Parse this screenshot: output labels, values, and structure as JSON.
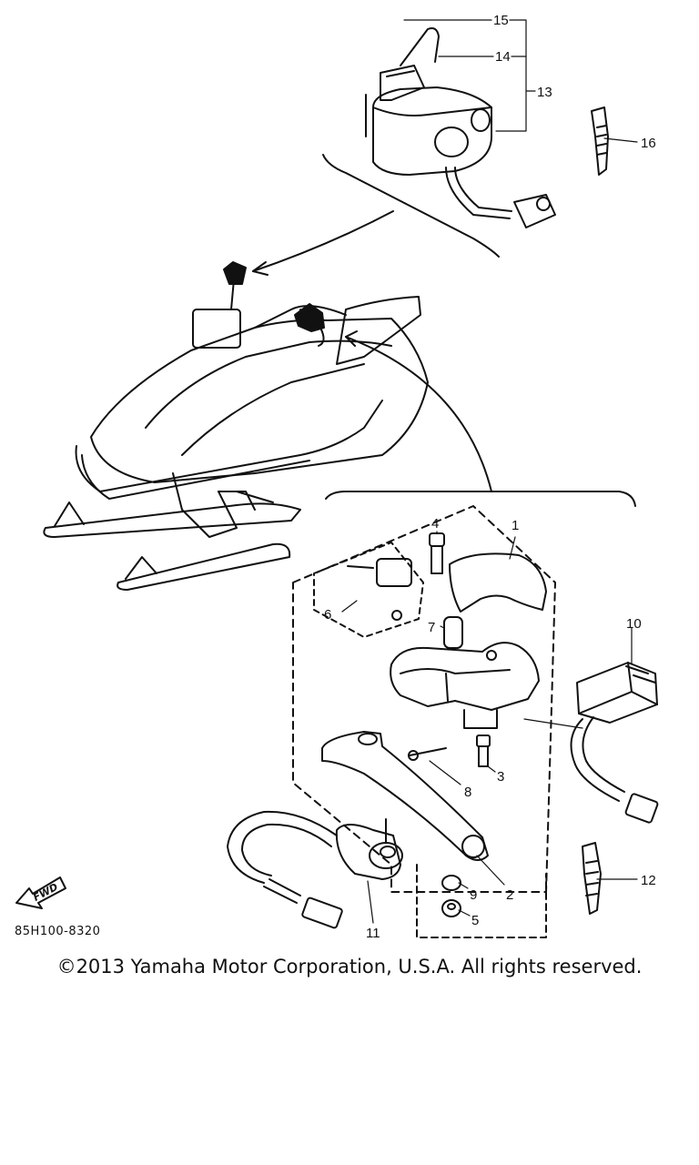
{
  "diagram": {
    "callouts": {
      "c1": "1",
      "c2": "2",
      "c3": "3",
      "c4": "4",
      "c5": "5",
      "c6": "6",
      "c7": "7",
      "c8": "8",
      "c9": "9",
      "c10": "10",
      "c11": "11",
      "c12": "12",
      "c13": "13",
      "c14": "14",
      "c15": "15",
      "c16": "16"
    },
    "fwd_label": "FWD",
    "drawing_code": "85H100-8320"
  },
  "footer": {
    "copyright": "©2013 Yamaha Motor Corporation, U.S.A. All rights reserved."
  }
}
